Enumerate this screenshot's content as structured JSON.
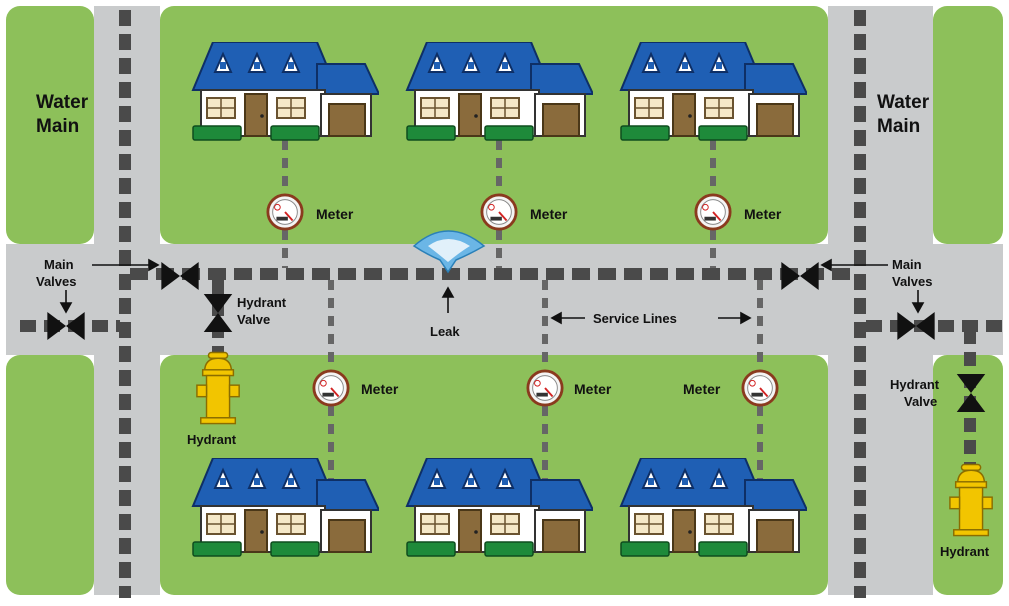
{
  "labels": {
    "water_main_left_line1": "Water",
    "water_main_left_line2": "Main",
    "water_main_right_line1": "Water",
    "water_main_right_line2": "Main",
    "main_valves_left_line1": "Main",
    "main_valves_left_line2": "Valves",
    "main_valves_right_line1": "Main",
    "main_valves_right_line2": "Valves",
    "hydrant_valve_left_line1": "Hydrant",
    "hydrant_valve_left_line2": "Valve",
    "hydrant_valve_right_line1": "Hydrant",
    "hydrant_valve_right_line2": "Valve",
    "hydrant_left": "Hydrant",
    "hydrant_right": "Hydrant",
    "leak": "Leak",
    "service_lines": "Service Lines",
    "meter": "Meter"
  },
  "colors": {
    "grass": "#8dc05a",
    "road": "#c9cbcc",
    "pipe": "#4a4a4a",
    "roof": "#1f5fb4",
    "hydrant": "#f2c500",
    "door": "#8a6b3c",
    "shrub": "#1e8a3a",
    "leak_spray": "#6bb6e6"
  },
  "houses": {
    "top_count": 3,
    "bottom_count": 3
  },
  "meters": {
    "count": 6
  }
}
